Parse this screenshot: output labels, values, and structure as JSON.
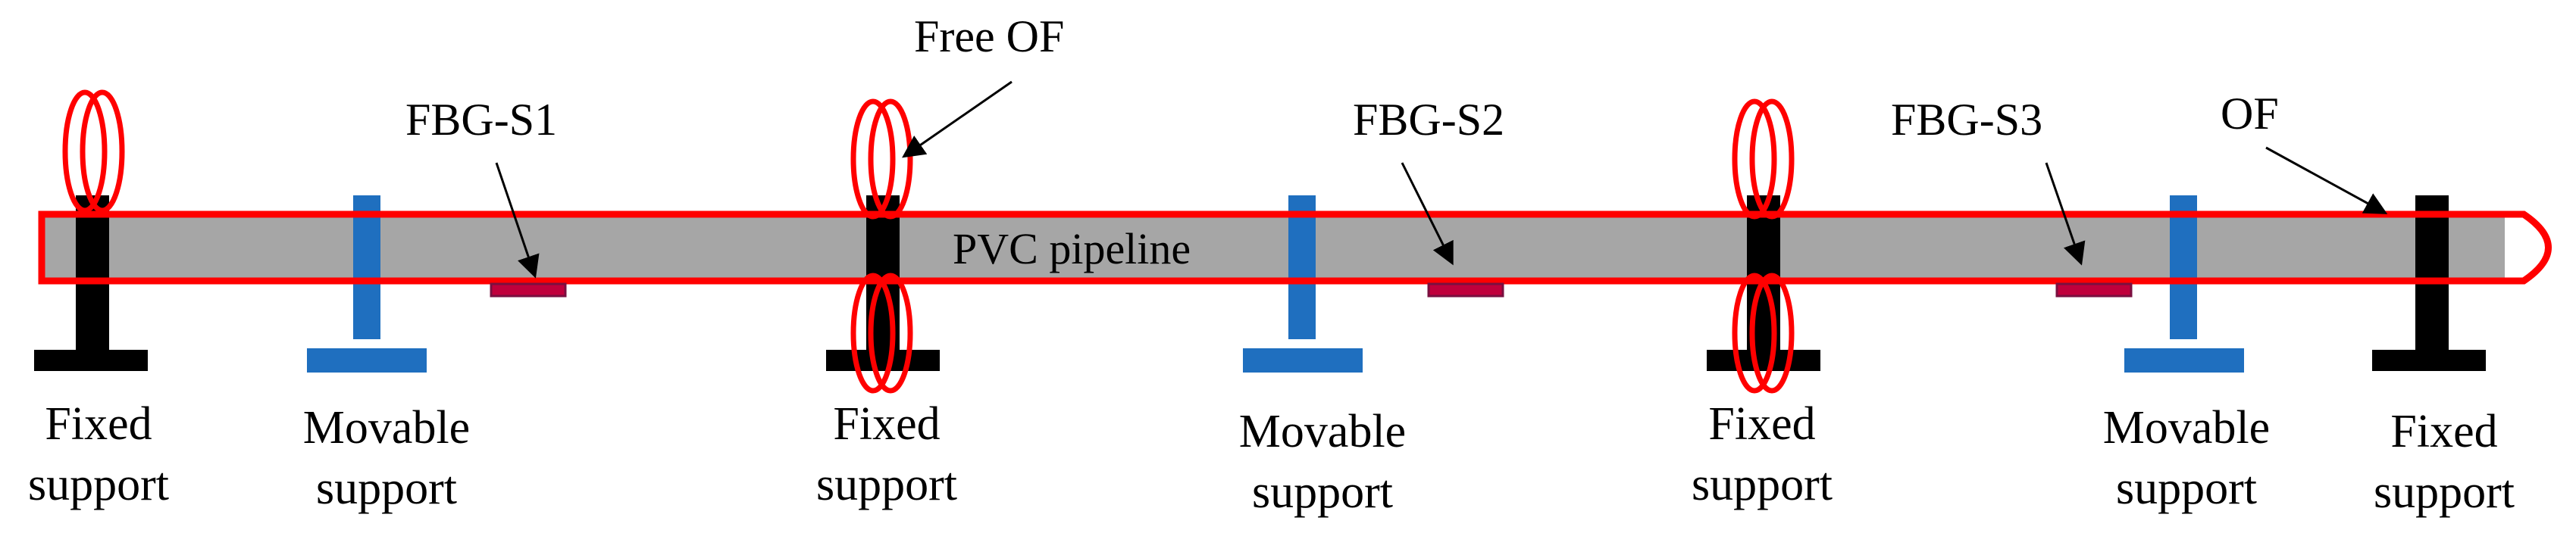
{
  "colors": {
    "pipe_fill": "#a6a6a6",
    "fiber": "#ff0000",
    "fixed_support": "#000000",
    "movable_support": "#1f6fbf",
    "fbg_sensor": "#c0003c"
  },
  "labels": {
    "pipeline": "PVC pipeline",
    "free_of": "Free OF",
    "of": "OF",
    "fbg_s1": "FBG-S1",
    "fbg_s2": "FBG-S2",
    "fbg_s3": "FBG-S3"
  },
  "supports": [
    {
      "line1": "Fixed",
      "line2": "support"
    },
    {
      "line1": "Movable",
      "line2": "support"
    },
    {
      "line1": "Fixed",
      "line2": "support"
    },
    {
      "line1": "Movable",
      "line2": "support"
    },
    {
      "line1": "Fixed",
      "line2": "support"
    },
    {
      "line1": "Movable",
      "line2": "support"
    },
    {
      "line1": "Fixed",
      "line2": "support"
    }
  ]
}
